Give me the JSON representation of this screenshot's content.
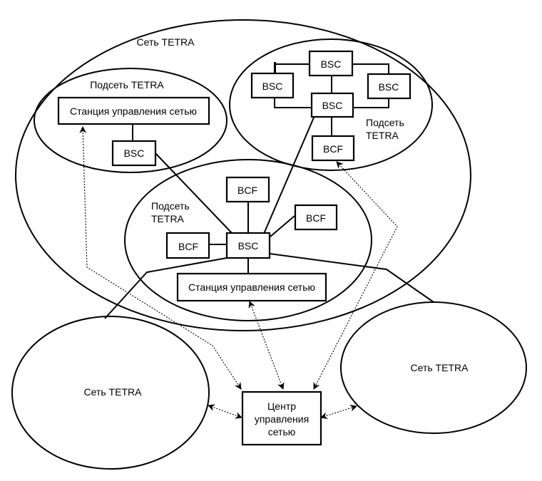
{
  "diagram": {
    "outer_network_label": "Сеть TETRA",
    "subnet_left": {
      "label": "Подсеть TETRA",
      "station": "Станция управления сетью",
      "bsc": "BSC"
    },
    "subnet_right": {
      "label_line1": "Подсеть",
      "label_line2": "TETRA",
      "bsc_top": "BSC",
      "bsc_left": "BSC",
      "bsc_right": "BSC",
      "bsc_center": "BSC",
      "bcf": "BCF"
    },
    "subnet_center": {
      "label_line1": "Подсеть",
      "label_line2": "TETRA",
      "bcf_top": "BCF",
      "bcf_right": "BCF",
      "bcf_left": "BCF",
      "bsc": "BSC",
      "station": "Станция управления сетью"
    },
    "network_left_label": "Сеть TETRA",
    "network_right_label": "Сеть TETRA",
    "control_center": {
      "line1": "Центр",
      "line2": "управления",
      "line3": "сетью"
    }
  }
}
